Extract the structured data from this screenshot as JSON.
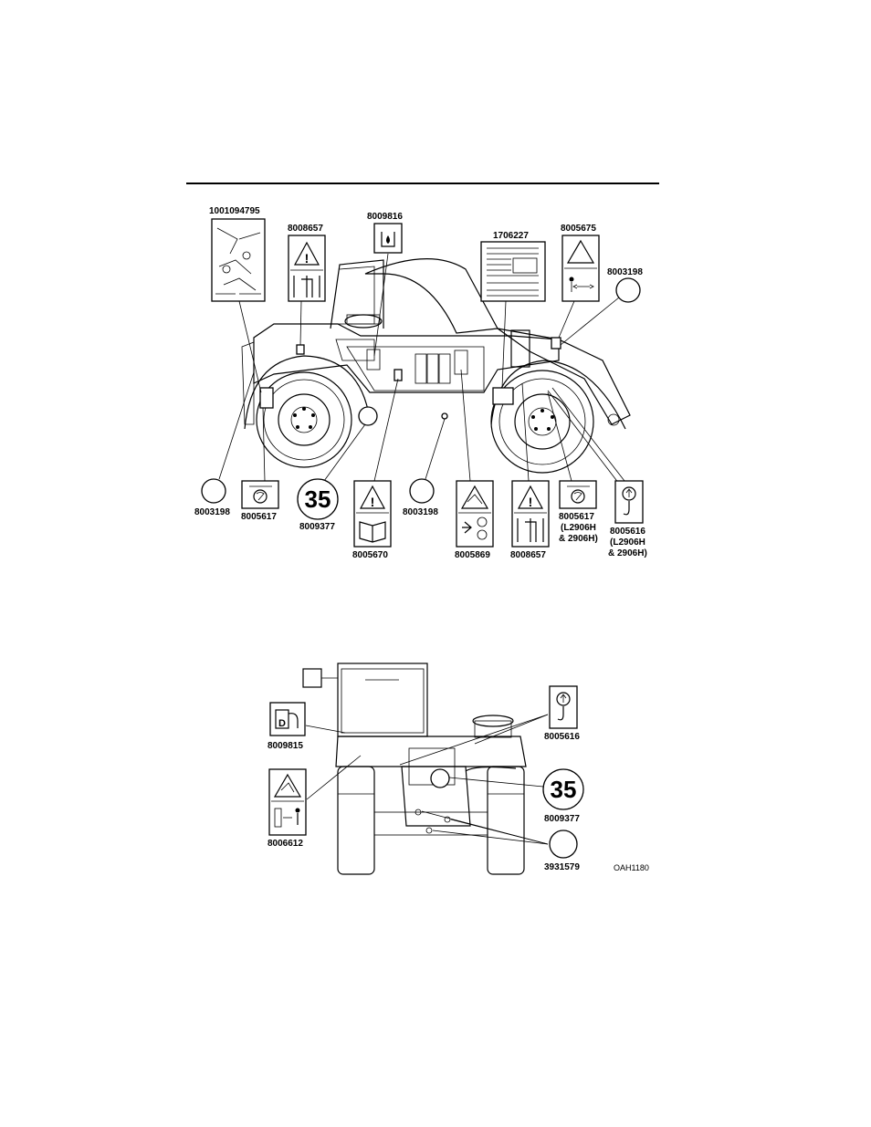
{
  "side_view": {
    "labels": {
      "l_1001094795": "1001094795",
      "l_8008657_top": "8008657",
      "l_8009816": "8009816",
      "l_1706227": "1706227",
      "l_8005675": "8005675",
      "l_8003198_right": "8003198",
      "l_8003198_left": "8003198",
      "l_8005617_left": "8005617",
      "l_8009377": "8009377",
      "l_8005670": "8005670",
      "l_8003198_mid": "8003198",
      "l_8005869": "8005869",
      "l_8008657_bottom": "8008657",
      "l_8005617_right_1": "8005617",
      "l_8005617_right_2": "(L2906H",
      "l_8005617_right_3": "& 2906H)",
      "l_8005616_1": "8005616",
      "l_8005616_2": "(L2906H",
      "l_8005616_3": "& 2906H)",
      "speed_35": "35"
    }
  },
  "rear_view": {
    "labels": {
      "l_8009815": "8009815",
      "l_8006612": "8006612",
      "l_8005616": "8005616",
      "l_8009377": "8009377",
      "l_3931579": "3931579",
      "speed_35": "35",
      "fuel_letter": "D"
    }
  },
  "figure_code": "OAH1180"
}
